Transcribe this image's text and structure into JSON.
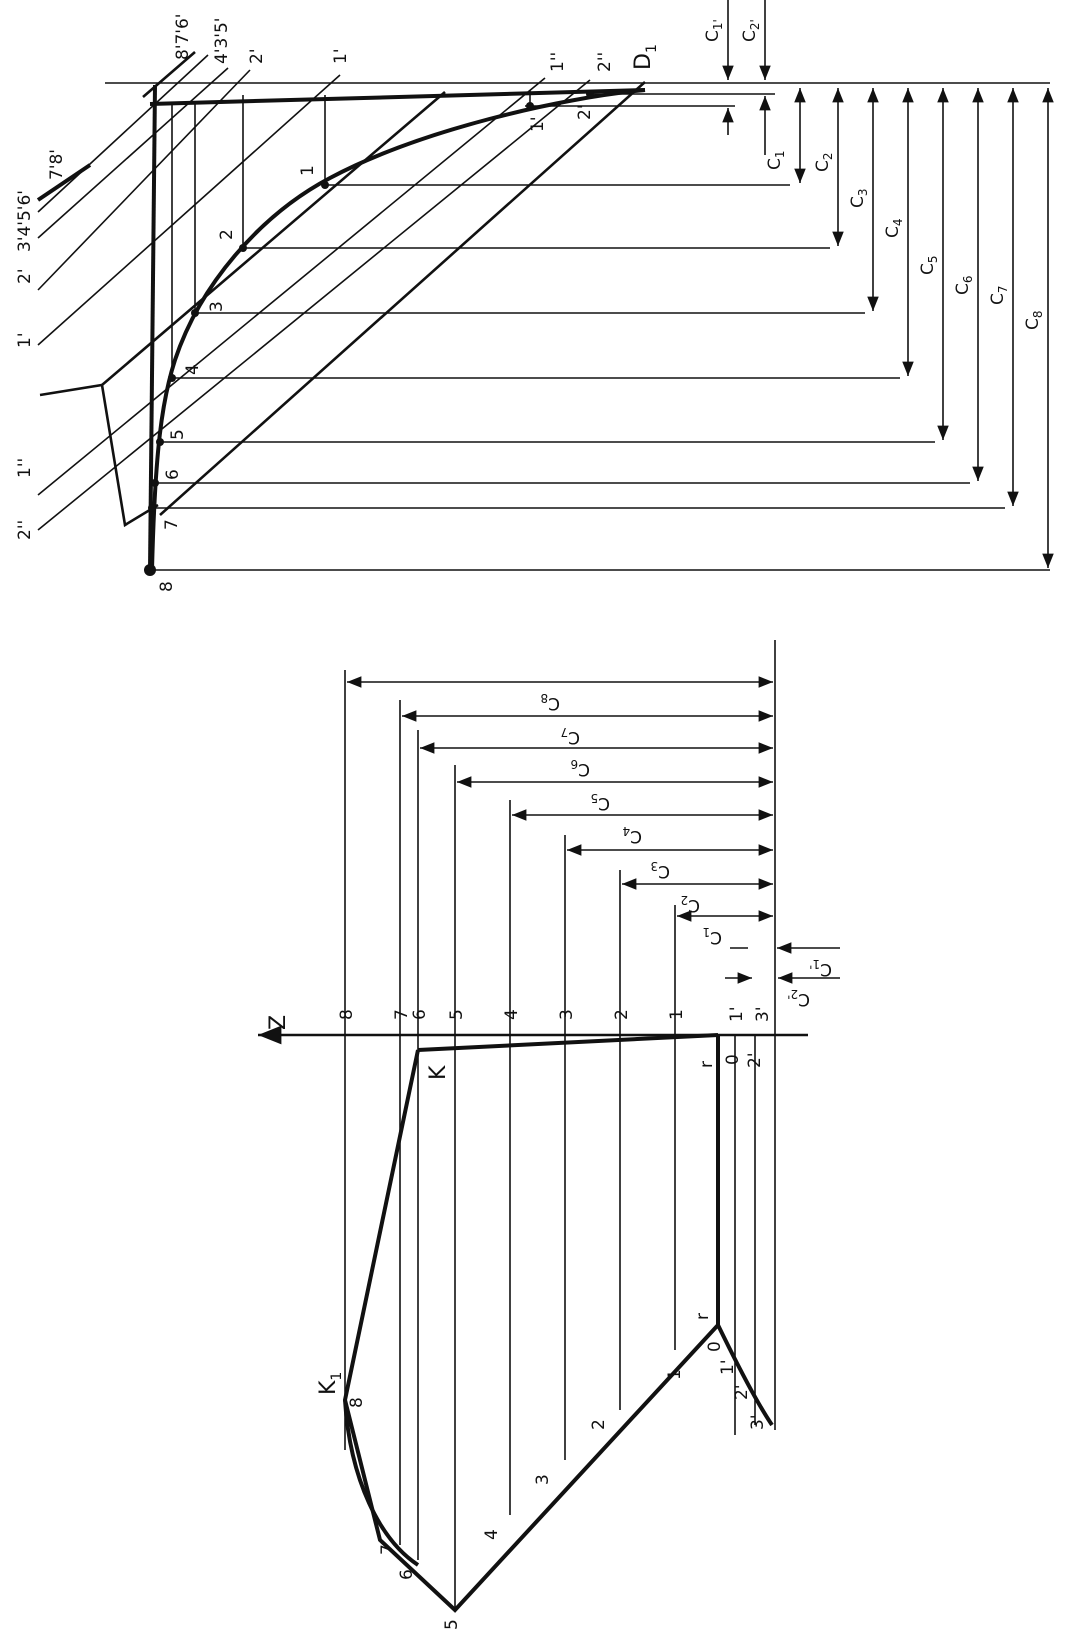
{
  "top_diagram": {
    "apex_label": "D",
    "apex_sub": "1",
    "curve_points": [
      "1",
      "2",
      "3",
      "4",
      "5",
      "6",
      "7",
      "8"
    ],
    "prime_points": [
      "1'",
      "2'"
    ],
    "dprime_points": [
      "1''",
      "2''"
    ],
    "cluster_top": "8'7'6'",
    "cluster_mid": "4'3'5'",
    "label_2p": "2'",
    "label_1p": "1'",
    "left_stack": "7'8'",
    "left_row1": "3'4'5'6'",
    "left_row2": "2'",
    "left_row3": "1'",
    "left_row4": "1''",
    "left_row5": "2''",
    "dims_right": [
      {
        "main": "C",
        "sub": "1"
      },
      {
        "main": "C",
        "sub": "2"
      },
      {
        "main": "C",
        "sub": "3"
      },
      {
        "main": "C",
        "sub": "4"
      },
      {
        "main": "C",
        "sub": "5"
      },
      {
        "main": "C",
        "sub": "6"
      },
      {
        "main": "C",
        "sub": "7"
      },
      {
        "main": "C",
        "sub": "8"
      }
    ],
    "dims_top": [
      {
        "main": "C",
        "sub": "1'"
      },
      {
        "main": "C",
        "sub": "2'"
      }
    ]
  },
  "bottom_diagram": {
    "axis_label": "Z",
    "apex_label": "K",
    "k1_label": "K",
    "k1_sub": "1",
    "axis_ticks": [
      "8",
      "7",
      "6",
      "5",
      "4",
      "3",
      "2",
      "1"
    ],
    "axis_prime_ticks": [
      "1'",
      "3'"
    ],
    "r_labels": [
      "r",
      "r"
    ],
    "inner_labels": [
      "0",
      "2'"
    ],
    "curve_labels": [
      "1",
      "2",
      "3",
      "4",
      "5",
      "6",
      "7",
      "8"
    ],
    "small_curve_labels": [
      "0",
      "1'",
      "2'",
      "3'"
    ],
    "dims": [
      {
        "main": "C",
        "sub": "8"
      },
      {
        "main": "C",
        "sub": "7"
      },
      {
        "main": "C",
        "sub": "6"
      },
      {
        "main": "C",
        "sub": "5"
      },
      {
        "main": "C",
        "sub": "4"
      },
      {
        "main": "C",
        "sub": "3"
      },
      {
        "main": "C",
        "sub": "2"
      },
      {
        "main": "C",
        "sub": "1"
      }
    ],
    "dims_small": [
      {
        "main": "C",
        "sub": "1'"
      },
      {
        "main": "C",
        "sub": "2'"
      }
    ]
  }
}
